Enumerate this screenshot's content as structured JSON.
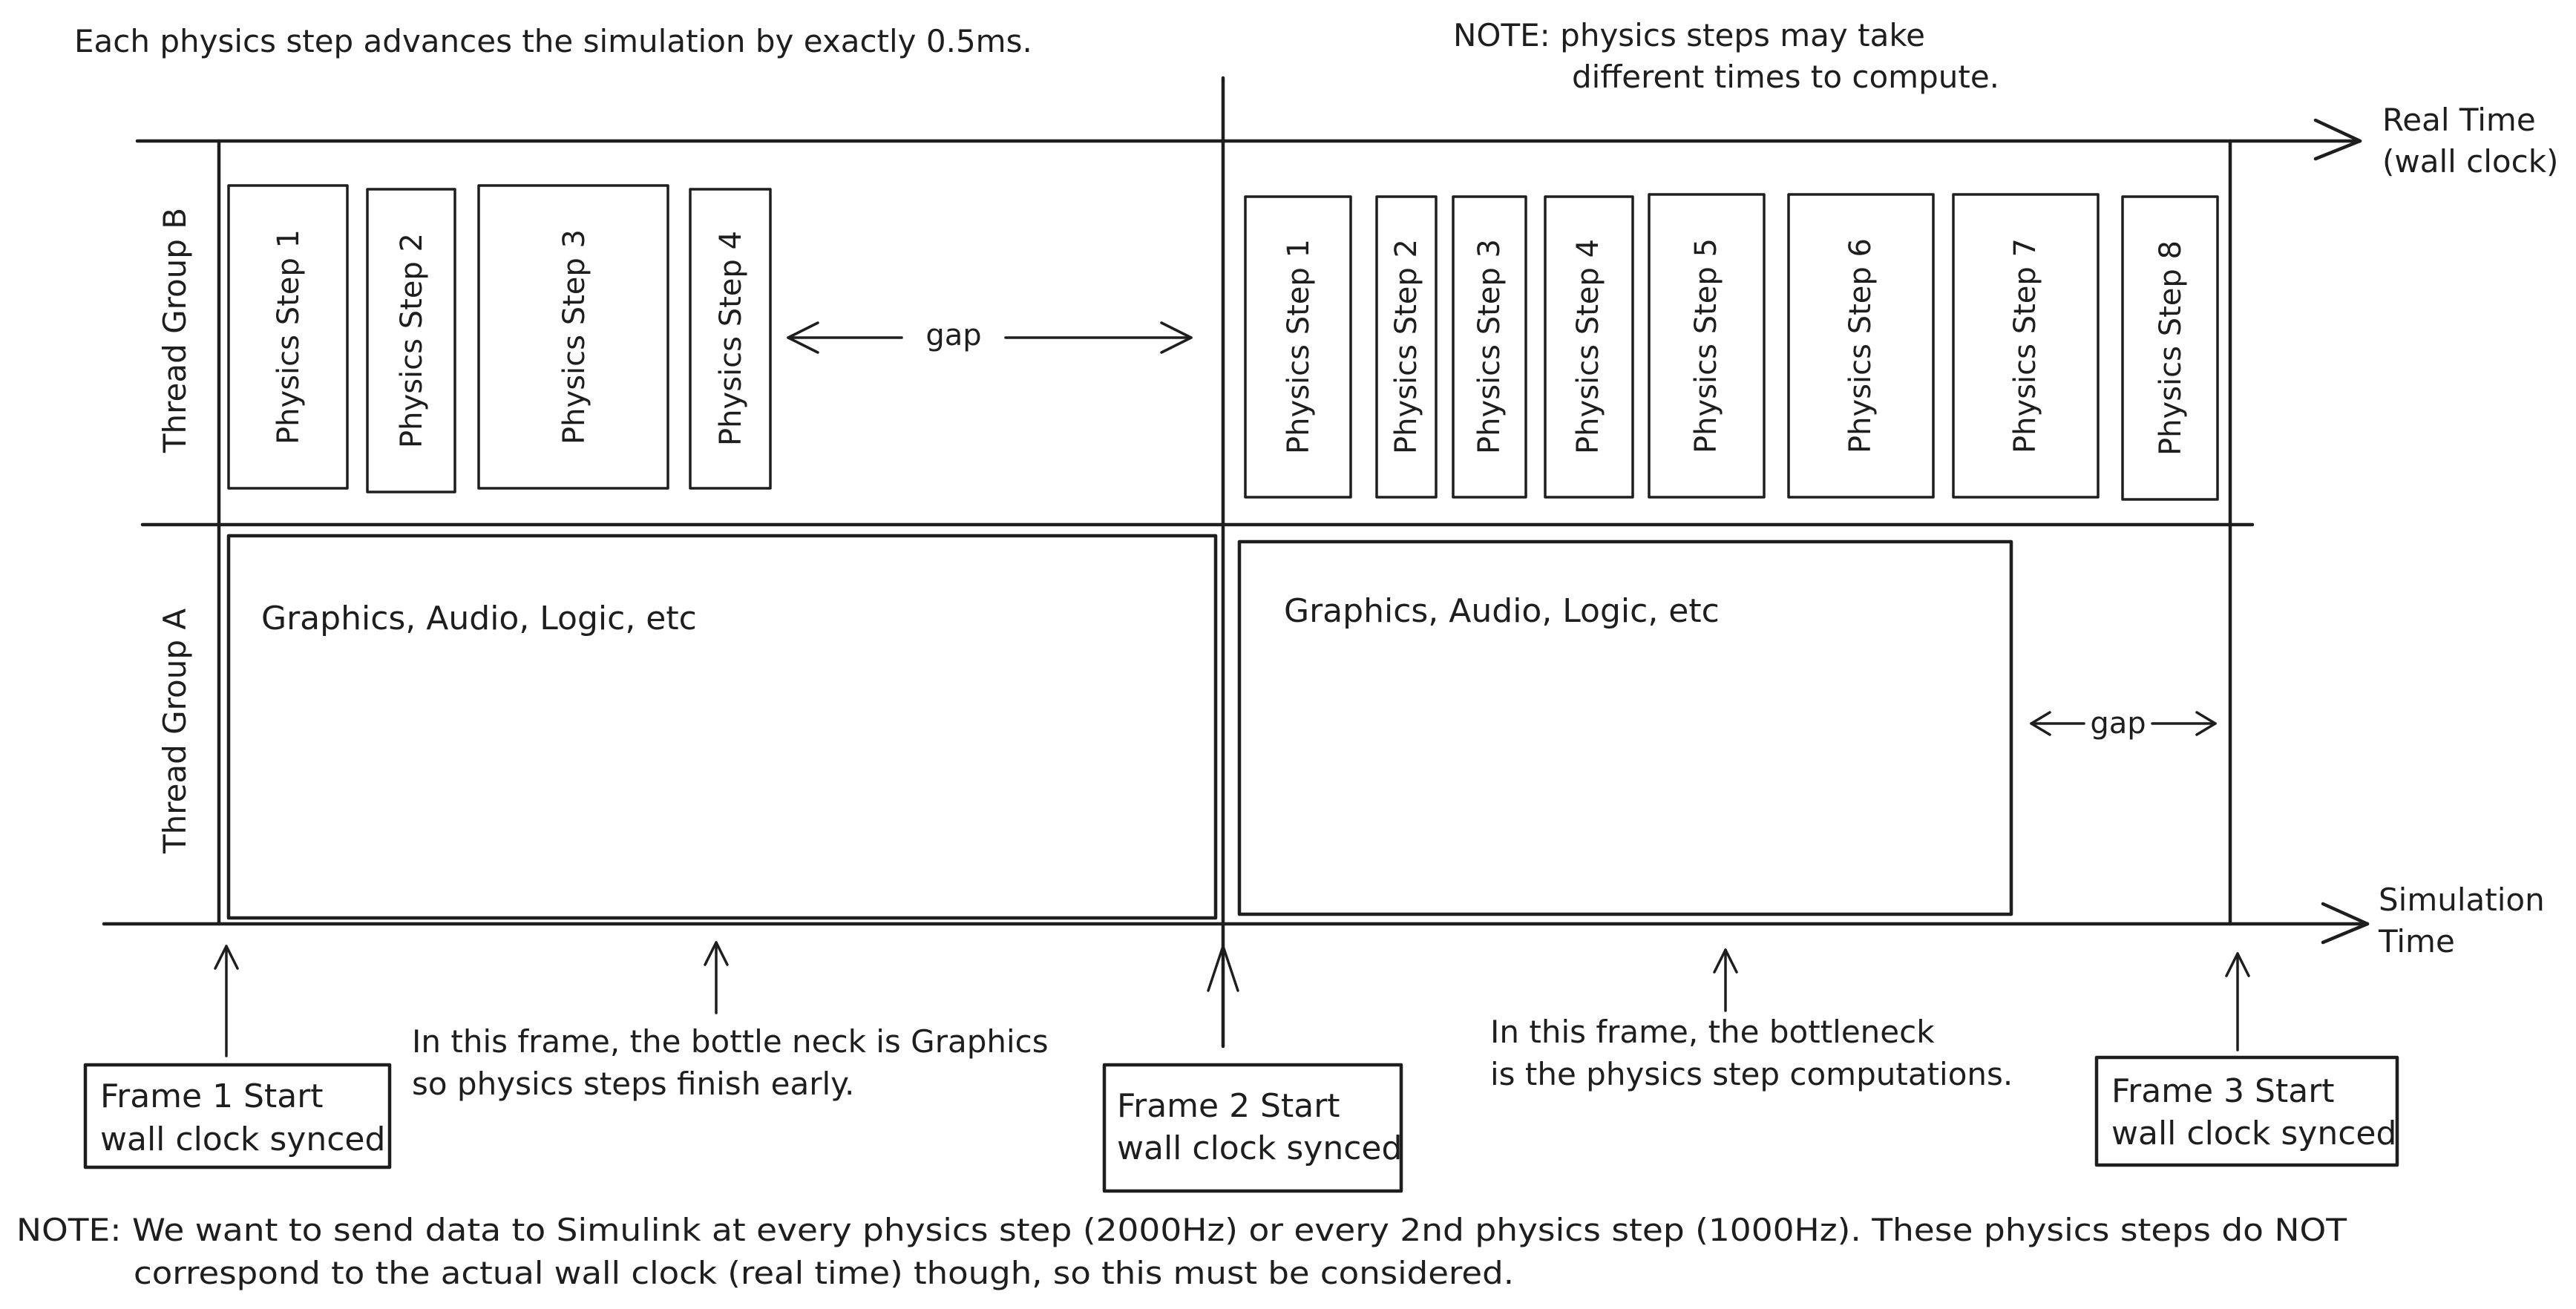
{
  "notes": {
    "top_left": "Each physics step advances the simulation by exactly 0.5ms.",
    "top_right_line1": "NOTE: physics steps may take",
    "top_right_line2": "different times to compute.",
    "bottom_line1": "NOTE: We want to send data to Simulink at every physics step (2000Hz) or every 2nd physics step (1000Hz). These physics steps do NOT",
    "bottom_line2": "correspond to the actual wall clock (real time) though, so this must be considered."
  },
  "axes": {
    "real_time_line1": "Real Time",
    "real_time_line2": "(wall clock)",
    "sim_time_line1": "Simulation",
    "sim_time_line2": "Time"
  },
  "groups": {
    "b_label": "Thread Group B",
    "a_label": "Thread Group A"
  },
  "frame1": {
    "steps": [
      "Physics Step 1",
      "Physics Step 2",
      "Physics Step 3",
      "Physics Step 4"
    ],
    "gap_label": "gap",
    "graphics_label": "Graphics, Audio, Logic, etc",
    "annotation_line1": "In this frame, the bottle neck is Graphics",
    "annotation_line2": "so physics steps finish early.",
    "start_line1": "Frame 1 Start",
    "start_line2": "wall clock synced"
  },
  "frame2": {
    "steps": [
      "Physics Step 1",
      "Physics Step 2",
      "Physics Step 3",
      "Physics Step 4",
      "Physics Step 5",
      "Physics Step 6",
      "Physics Step 7",
      "Physics Step 8"
    ],
    "gap_label": "gap",
    "graphics_label": "Graphics, Audio, Logic, etc",
    "annotation_line1": "In this frame, the bottleneck",
    "annotation_line2": "is the physics step computations.",
    "start_line1": "Frame 2 Start",
    "start_line2": "wall clock synced"
  },
  "frame3": {
    "start_line1": "Frame 3 Start",
    "start_line2": "wall clock synced"
  }
}
